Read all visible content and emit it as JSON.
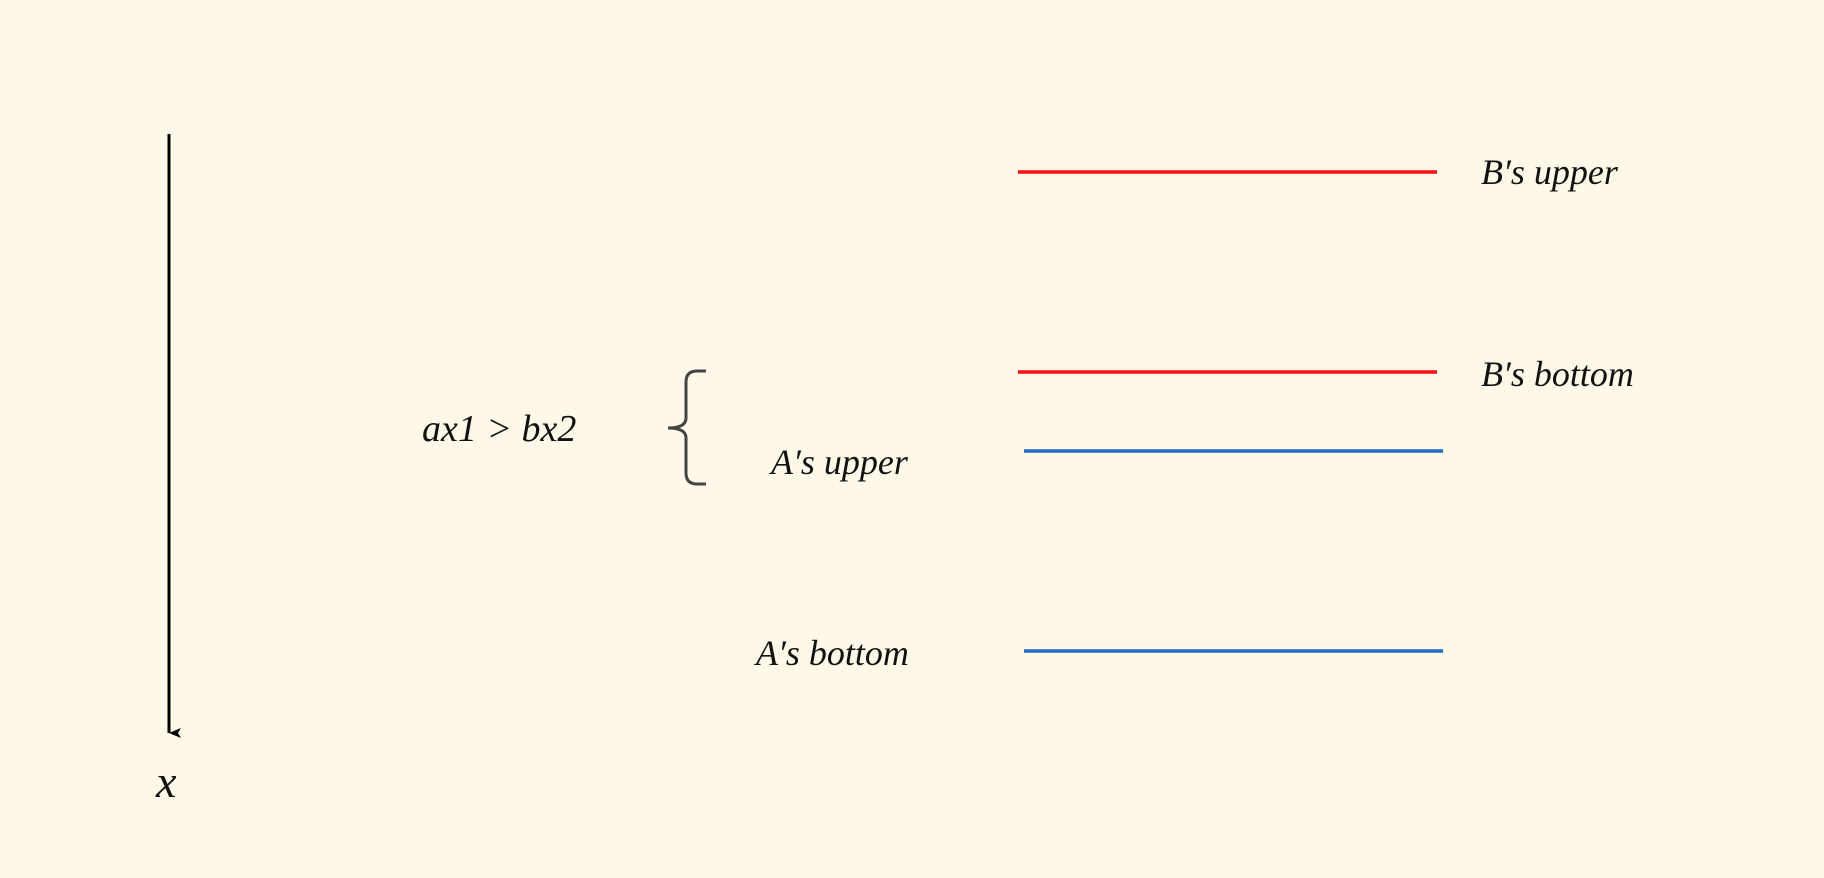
{
  "axis": {
    "label": "x",
    "direction": "down"
  },
  "colors": {
    "background": "#fdf8e7",
    "b_lines": "#ff1010",
    "a_lines": "#1f6cc4",
    "brace": "#444444",
    "axis": "#000000"
  },
  "labels": {
    "b_upper": "B′s upper",
    "b_bottom": "B′s bottom",
    "a_upper": "A′s upper",
    "a_bottom": "A′s bottom",
    "condition": "ax1 > bx2"
  }
}
